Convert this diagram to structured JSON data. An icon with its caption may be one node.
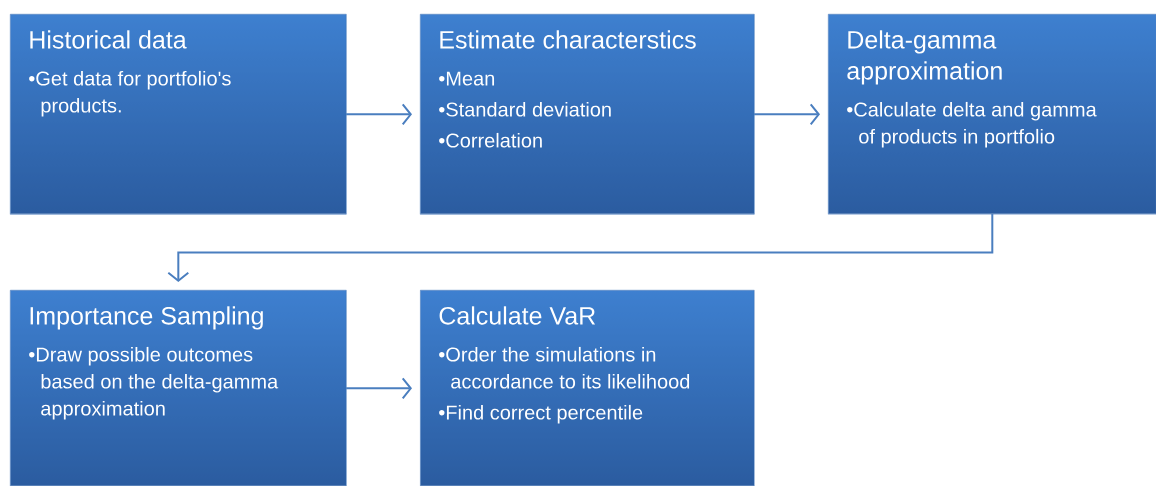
{
  "diagram": {
    "nodes": [
      {
        "text": [
          "Historical data",
          "•Get data for portfolio's products."
        ]
      },
      {
        "text": [
          "Estimate characterstics",
          "•Mean",
          "•Standard deviation",
          "•Correlation"
        ]
      },
      {
        "text": [
          "Delta-gamma approximation",
          "•Calculate delta and gamma of products in portfolio"
        ]
      },
      {
        "text": [
          "Importance Sampling",
          "•Draw possible outcomes based on the delta-gamma approximation"
        ]
      },
      {
        "text": [
          "Calculate VaR",
          "•Order the simulations in accordance to its likelihood",
          "•Find correct percentile"
        ]
      }
    ],
    "edges": [
      {
        "from": 0,
        "to": 1,
        "arrow": "to"
      },
      {
        "from": 1,
        "to": 2,
        "arrow": "to"
      },
      {
        "from": 2,
        "to": 3,
        "arrow": "to"
      },
      {
        "from": 3,
        "to": 4,
        "arrow": "to"
      }
    ]
  }
}
